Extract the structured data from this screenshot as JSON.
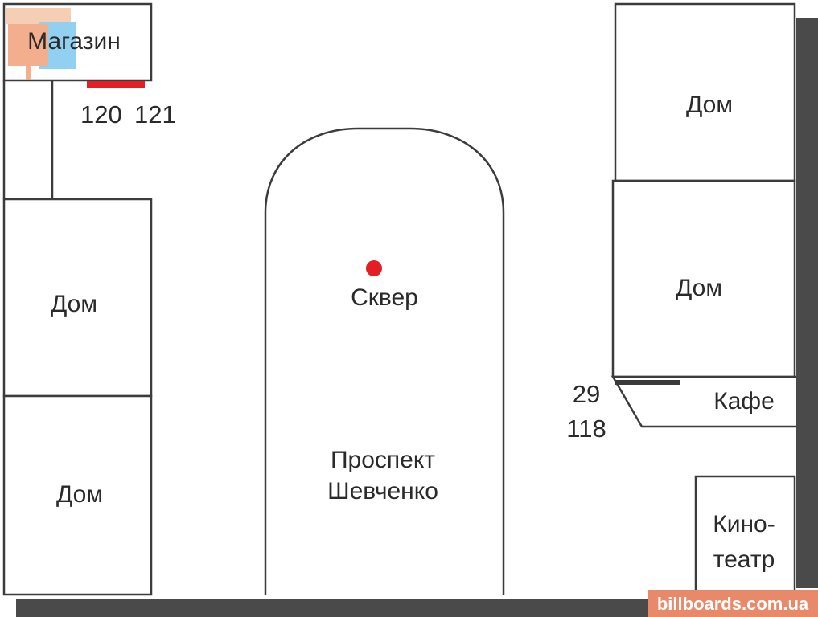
{
  "places": {
    "shop": "Магазин",
    "house_left_1": "Дом",
    "house_left_2": "Дом",
    "square": "Сквер",
    "avenue_line1": "Проспект",
    "avenue_line2": "Шевченко",
    "house_right_1": "Дом",
    "house_right_2": "Дом",
    "cafe": "Кафе",
    "cinema_line1": "Кино-",
    "cinema_line2": "театр"
  },
  "billboards": {
    "label_120": "120",
    "label_121": "121",
    "label_29": "29",
    "label_118": "118"
  },
  "watermark": "billboards.com.ua",
  "colors": {
    "billboard_marker": "#e31e24",
    "panel_marker": "#3a3a3a",
    "watermark_bg": "#e8896a",
    "logo_orange": "#f0a07a",
    "logo_blue": "#7fc8f0"
  }
}
